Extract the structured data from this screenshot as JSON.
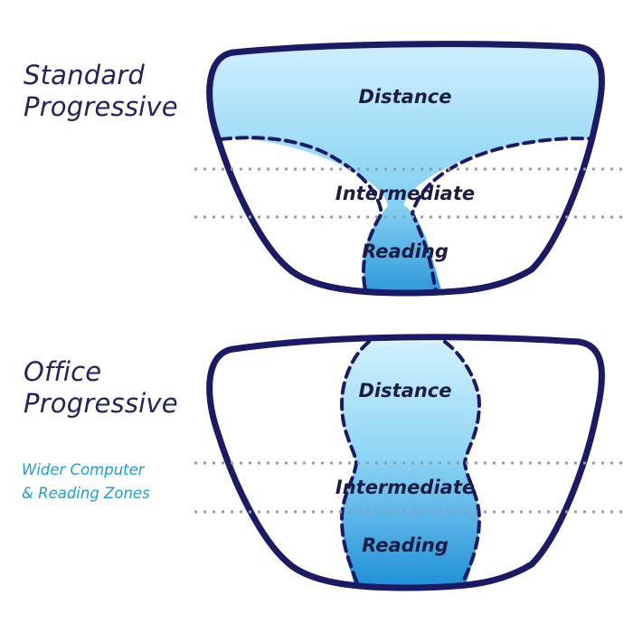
{
  "standard": {
    "title_line1": "Standard",
    "title_line2": "Progressive",
    "zones": {
      "distance": "Distance",
      "intermediate": "Intermediate",
      "reading": "Reading"
    }
  },
  "office": {
    "title_line1": "Office",
    "title_line2": "Progressive",
    "note_line1": "Wider Computer",
    "note_line2": "& Reading Zones",
    "zones": {
      "distance": "Distance",
      "intermediate": "Intermediate",
      "reading": "Reading"
    }
  },
  "colors": {
    "frame": "#1a1a66",
    "zone_light": "#c4ecfb",
    "zone_mid": "#6ec8f0",
    "zone_dark": "#1e92d8",
    "title_text": "#232361",
    "note_text": "#1a9fd6",
    "guide_lines": "#9a9a9a"
  }
}
